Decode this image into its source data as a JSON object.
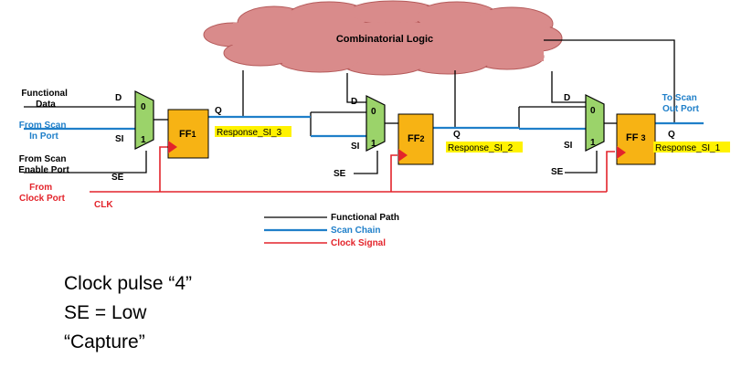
{
  "cloud": {
    "label": "Combinatorial Logic",
    "fill": "#d98b8b",
    "stroke": "#b55a5a"
  },
  "inputs": {
    "functional_data": [
      "Functional",
      "Data"
    ],
    "from_scan_in": [
      "From Scan",
      "In Port"
    ],
    "from_scan_enable": [
      "From Scan",
      "Enable Port"
    ],
    "from_clock": [
      "From",
      "Clock Port"
    ],
    "clk": "CLK"
  },
  "outputs": {
    "to_scan_out": [
      "To Scan",
      "Out Port"
    ]
  },
  "pins": {
    "d": "D",
    "si": "SI",
    "se": "SE",
    "q": "Q",
    "zero": "0",
    "one": "1"
  },
  "flipflops": [
    {
      "label": "FF1",
      "prefix": "FF",
      "index": "1",
      "response": "Response_SI_3"
    },
    {
      "label": "FF2",
      "prefix": "FF",
      "index": "2",
      "response": "Response_SI_2"
    },
    {
      "label": "FF3",
      "prefix": "FF ",
      "index": "3",
      "response": "Response_SI_1"
    }
  ],
  "legend": [
    {
      "label": "Functional Path",
      "color": "#000000"
    },
    {
      "label": "Scan Chain",
      "color": "#1f7fc9"
    },
    {
      "label": "Clock Signal",
      "color": "#e3242b"
    }
  ],
  "colors": {
    "functional": "#000000",
    "scan": "#1f7fc9",
    "clock": "#e3242b",
    "mux_fill": "#9bd36a",
    "ff_fill": "#f7b314",
    "highlight": "#fff200"
  },
  "caption": [
    "Clock pulse “4”",
    "SE = Low",
    "“Capture”"
  ]
}
